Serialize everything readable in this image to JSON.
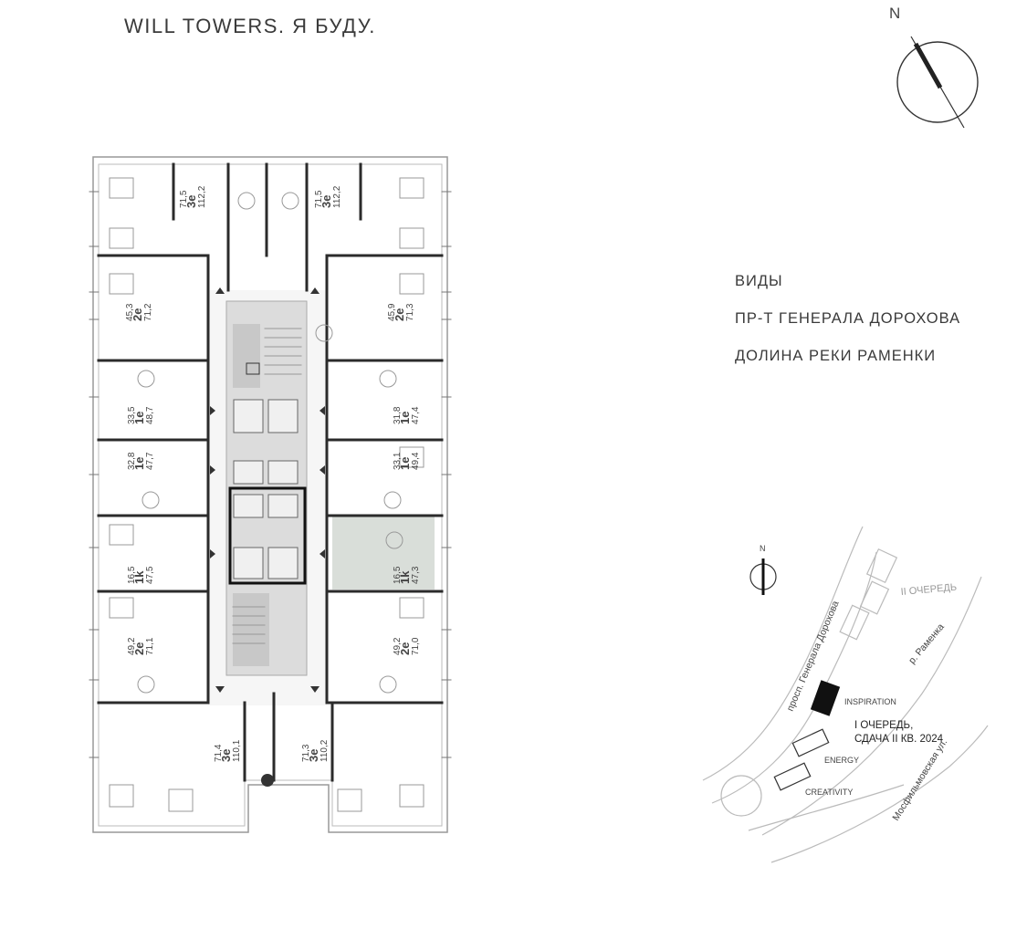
{
  "title": "WILL TOWERS. Я БУДУ.",
  "compass": {
    "north": "N"
  },
  "views": {
    "heading": "ВИДЫ",
    "items": [
      "ПР-Т ГЕНЕРАЛА ДОРОХОВА",
      "ДОЛИНА РЕКИ РАМЕНКИ"
    ]
  },
  "units": [
    {
      "rooms": "3e",
      "area": "71,5",
      "living": "112,2"
    },
    {
      "rooms": "3e",
      "area": "71,5",
      "living": "112,2"
    },
    {
      "rooms": "2e",
      "area": "45,3",
      "living": "71,2"
    },
    {
      "rooms": "2e",
      "area": "45,9",
      "living": "71,3"
    },
    {
      "rooms": "1e",
      "area": "33,5",
      "living": "48,7"
    },
    {
      "rooms": "1e",
      "area": "31,8",
      "living": "47,4"
    },
    {
      "rooms": "1e",
      "area": "32,8",
      "living": "47,7"
    },
    {
      "rooms": "1e",
      "area": "33,1",
      "living": "49,4"
    },
    {
      "rooms": "1k",
      "area": "16,5",
      "living": "47,5"
    },
    {
      "rooms": "1k",
      "area": "16,5",
      "living": "47,3"
    },
    {
      "rooms": "2e",
      "area": "49,2",
      "living": "71,1"
    },
    {
      "rooms": "2e",
      "area": "49,2",
      "living": "71,0"
    },
    {
      "rooms": "3e",
      "area": "71,4",
      "living": "110,1"
    },
    {
      "rooms": "3e",
      "area": "71,3",
      "living": "110,2"
    }
  ],
  "site_map": {
    "north": "N",
    "labels": {
      "road1": "просп. Генерала Дорохова",
      "river": "р. Раменка",
      "road2": "Мосфильмовская ул.",
      "phase2": "II ОЧЕРЕДЬ",
      "phase1_line1": "I ОЧЕРЕДЬ,",
      "phase1_line2": "СДАЧА II КВ. 2024",
      "inspiration": "INSPIRATION",
      "energy": "ENERGY",
      "creativity": "CREATIVITY"
    }
  },
  "colors": {
    "wall": "#2b2b2b",
    "line": "#888888",
    "core": "#d2d2d2",
    "highlight": "#d9ded9",
    "text": "#3a3a3a"
  }
}
